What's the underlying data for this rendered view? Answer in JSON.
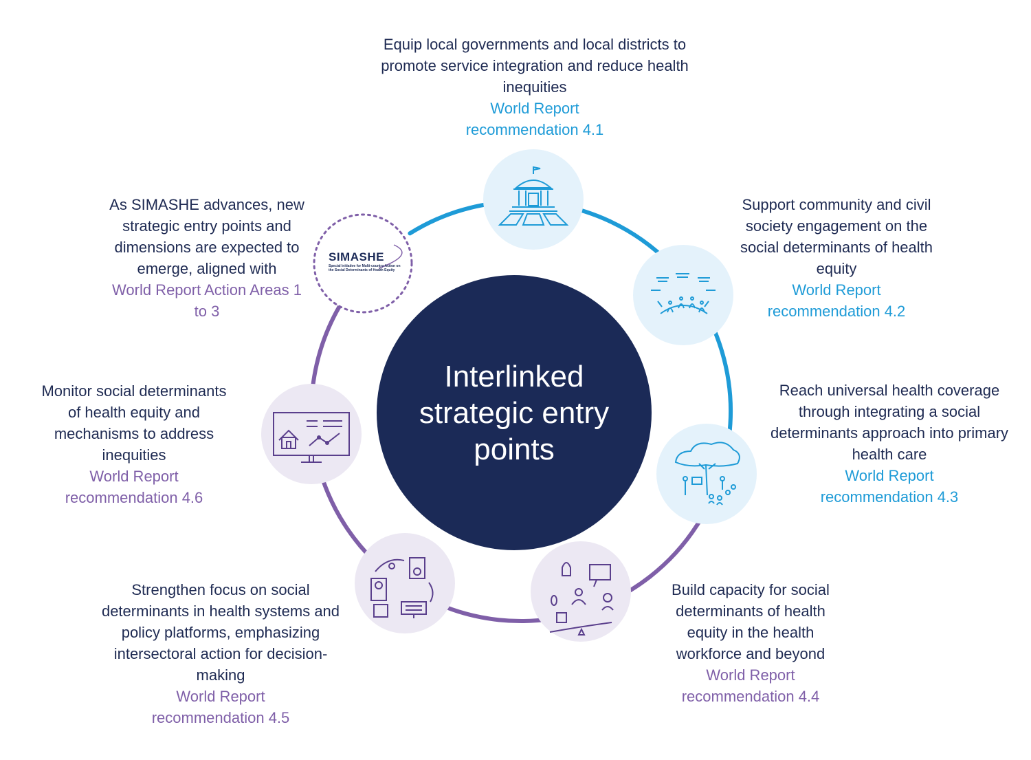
{
  "center": {
    "title": "Interlinked strategic entry points"
  },
  "colors": {
    "blue": "#1e9bd7",
    "purple": "#7f5fa8",
    "navy": "#1b2a57",
    "node_blue": "#e4f2fb",
    "node_purple": "#ece8f3"
  },
  "simashe": {
    "logo_word": "SIMASHE",
    "logo_sub": "Special Initiative for Multi-country Action on the Social Determinants of Health Equity",
    "desc": "As SIMASHE advances, new strategic entry points and dimensions are expected to emerge, aligned with",
    "rec": "World Report Action Areas 1 to 3"
  },
  "entry_points": [
    {
      "desc": "Equip local governments and local districts to promote service integration and reduce health inequities",
      "rec": "World Report recommendation 4.1",
      "icon": "government-building-icon"
    },
    {
      "desc": "Support community and civil society engagement on the social determinants of health equity",
      "rec": "World Report recommendation 4.2",
      "icon": "community-engagement-icon"
    },
    {
      "desc": "Reach universal health coverage through integrating a social determinants approach into primary health care",
      "rec": "World Report recommendation 4.3",
      "icon": "primary-health-care-icon"
    },
    {
      "desc": "Build capacity for social determinants of health equity in the health workforce and beyond",
      "rec": "World Report recommendation 4.4",
      "icon": "workforce-capacity-icon"
    },
    {
      "desc": "Strengthen focus on social determinants in health systems and policy platforms, emphasizing intersectoral action for decision-making",
      "rec": "World Report recommendation 4.5",
      "icon": "policy-platforms-icon"
    },
    {
      "desc": "Monitor social determinants of health equity and mechanisms to address inequities",
      "rec": "World Report recommendation 4.6",
      "icon": "monitoring-dashboard-icon"
    }
  ]
}
